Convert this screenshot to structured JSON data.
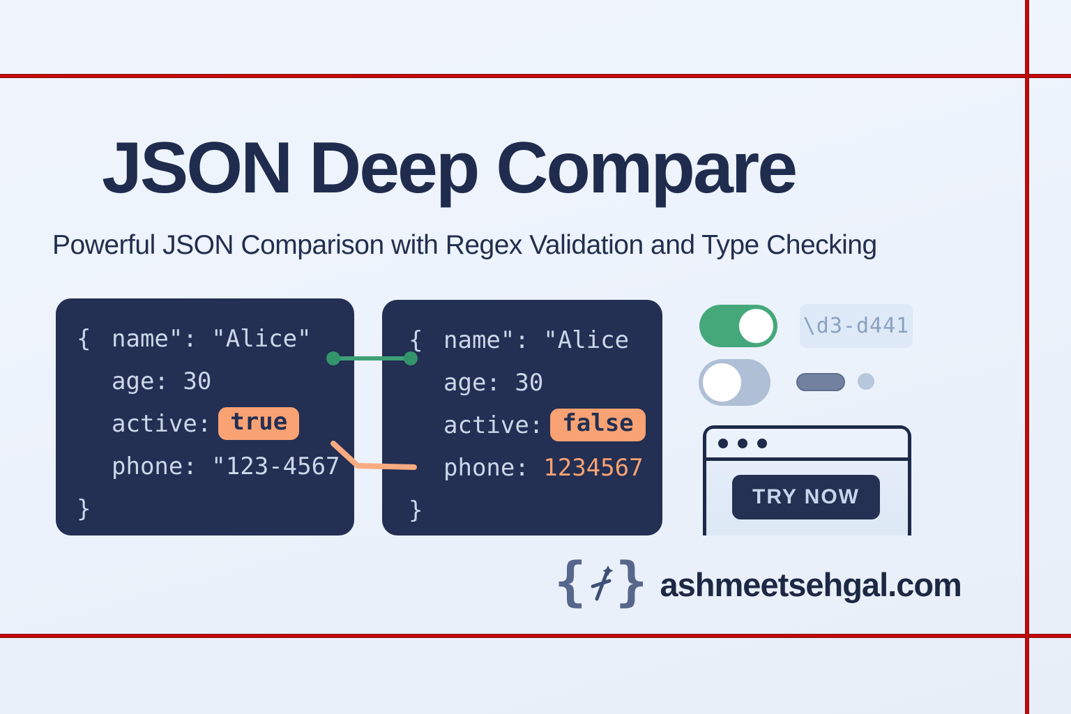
{
  "page": {
    "title": "JSON Deep Compare",
    "subtitle": "Powerful JSON Comparison with Regex Validation and Type Checking"
  },
  "panels": [
    {
      "side": "left",
      "open_brace": "{",
      "line1": "name\": \"Alice\"",
      "line2": "age: 30",
      "line3_key": "active:",
      "line3_value": "true",
      "line4_key": "phone: ",
      "line4_value": "\"123-4567",
      "close_brace": "}"
    },
    {
      "side": "right",
      "open_brace": "{",
      "line1": "name\": \"Alice",
      "line2": "age: 30",
      "line3_key": "active:",
      "line3_value": "false",
      "line4_key": "phone: ",
      "line4_value": "1234567",
      "close_brace": "}"
    }
  ],
  "widgets": {
    "regex_badge": "\\d3-d441",
    "try_now_label": "TRY NOW"
  },
  "footer": {
    "logo_open_brace": "{",
    "logo_close_brace": "}",
    "domain": "ashmeetsehgal.com"
  },
  "colors": {
    "accent_green": "#45a87b",
    "accent_orange": "#f9a273",
    "panel_navy": "#232f53",
    "red_guide_line": "#c40909",
    "code_text": "#cbd8ea"
  }
}
